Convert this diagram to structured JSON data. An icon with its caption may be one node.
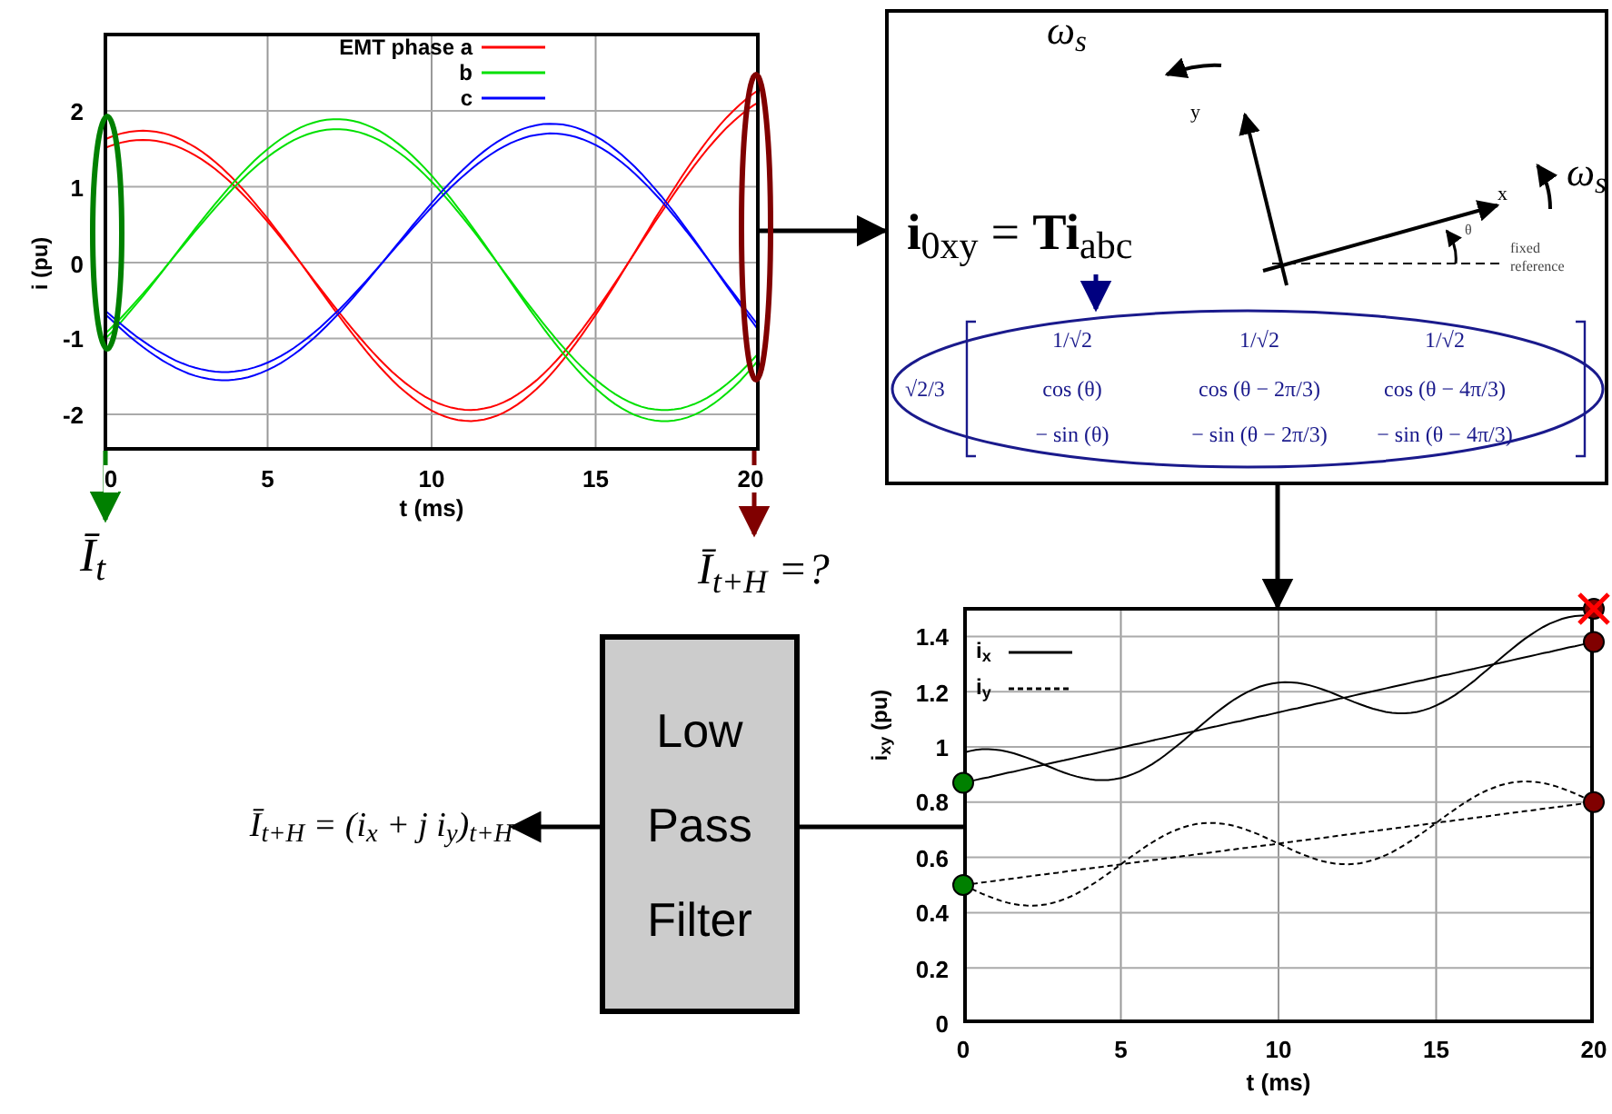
{
  "diagram": {
    "nodes": [
      {
        "text": [],
        "shape": "picture"
      },
      {
        "text": [],
        "shape": "box"
      },
      {
        "text": [
          "**i**$_{0xy}$ = **Ti**$_{abc}$"
        ],
        "in": 1
      },
      {
        "text": [
          "√2/3",
          "1/√2",
          "1/√2",
          "1/√2",
          "cos (θ)",
          "cos (θ − 2π/3)",
          "cos (θ − 4π/3)",
          "− sin (θ)",
          "− sin (θ − 2π/3)",
          "− sin (θ − 4π/3)"
        ],
        "in": 1
      },
      {
        "text": [
          "Ī$_{t}$"
        ]
      },
      {
        "text": [
          "Ī$_{t+H}$ =?"
        ]
      },
      {
        "text": [
          "Low Pass Filter"
        ]
      },
      {
        "text": [
          "Ī$_{t+H}$ = (i$_{x}$ + j i$_{y}$)$_{t+H}$"
        ]
      },
      {
        "text": [],
        "shape": "picture"
      }
    ],
    "edges": [
      {
        "from": 0,
        "to": 4,
        "arrow": "to",
        "color": "#008000"
      },
      {
        "from": 0,
        "to": 5,
        "arrow": "to",
        "color": "#800000"
      },
      {
        "from": 0,
        "to": 1,
        "arrow": "to"
      },
      {
        "from": 2,
        "to": 3,
        "arrow": "to",
        "color": "#000080"
      },
      {
        "from": 1,
        "to": 8,
        "arrow": "to"
      },
      {
        "from": 8,
        "to": 6,
        "arrow": "none"
      },
      {
        "from": 6,
        "to": 7,
        "arrow": "to"
      }
    ],
    "labels": [
      "2",
      "1",
      "0",
      "-1",
      "-2",
      "0",
      "5",
      "10",
      "15",
      "20",
      "t (ms)",
      "i (pu)",
      "ω$_{s}$",
      "y",
      "x",
      "ω$_{s}$",
      "θ",
      "fixed reference",
      "1.4",
      "1.2",
      "1",
      "0.8",
      "0.6",
      "0.4",
      "0.2",
      "0",
      "0",
      "5",
      "10",
      "15",
      "20",
      "t (ms)",
      "i$_{xy}$ (pu)"
    ],
    "legend": [
      {
        "text": "EMT phase a"
      },
      {
        "text": "b"
      },
      {
        "text": "c"
      },
      {
        "text": "i$_{x}$"
      },
      {
        "text": "i$_{y}$"
      }
    ]
  }
}
